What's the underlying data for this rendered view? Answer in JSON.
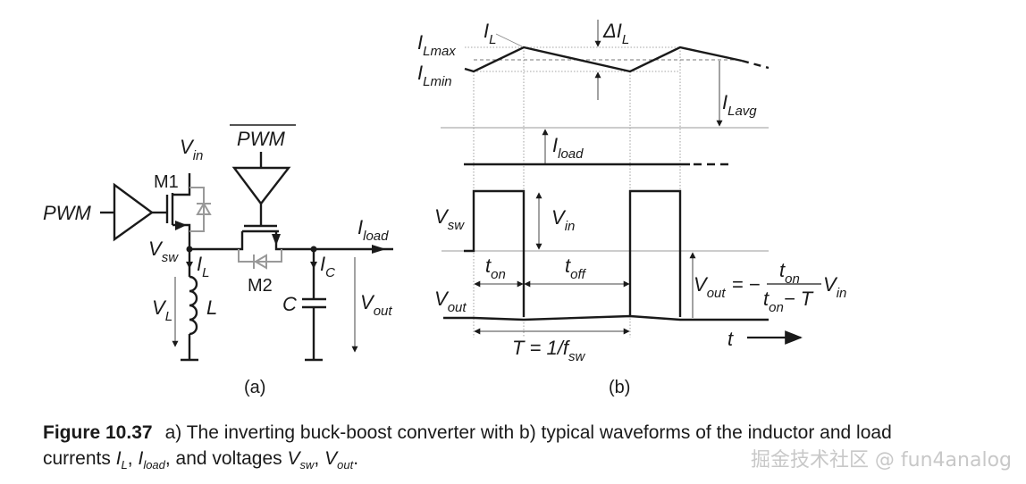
{
  "figure": {
    "number_label": "Figure 10.37",
    "caption_text_1": "a) The inverting buck-boost converter with b) typical waveforms of the inductor and load",
    "caption_text_2": "currents",
    "caption_and_voltages": ", and voltages",
    "caption_comma": ",",
    "caption_end": ".",
    "caption_symbols": {
      "IL_main": "I",
      "IL_sub": "L",
      "Iload_main": "I",
      "Iload_sub": "load",
      "Vsw_main": "V",
      "Vsw_sub": "sw",
      "Vout_main": "V",
      "Vout_sub": "out"
    },
    "watermark": "掘金技术社区 @ fun4analog"
  },
  "panel_a": {
    "label": "(a)",
    "pwm_in": "PWM",
    "pwm_bar": "PWM",
    "vin": {
      "main": "V",
      "sub": "in"
    },
    "m1": "M1",
    "m2": "M2",
    "vsw": {
      "main": "V",
      "sub": "sw"
    },
    "il": {
      "main": "I",
      "sub": "L"
    },
    "vl": {
      "main": "V",
      "sub": "L"
    },
    "inductor": "L",
    "ic": {
      "main": "I",
      "sub": "C"
    },
    "capacitor": "C",
    "iload": {
      "main": "I",
      "sub": "load"
    },
    "vout": {
      "main": "V",
      "sub": "out"
    }
  },
  "panel_b": {
    "label": "(b)",
    "il": {
      "main": "I",
      "sub": "L"
    },
    "delta_il": {
      "main": "ΔI",
      "sub": "L"
    },
    "ilmax": {
      "main": "I",
      "sub": "Lmax"
    },
    "ilmin": {
      "main": "I",
      "sub": "Lmin"
    },
    "ilavg": {
      "main": "I",
      "sub": "Lavg"
    },
    "iload": {
      "main": "I",
      "sub": "load"
    },
    "vsw": {
      "main": "V",
      "sub": "sw"
    },
    "vin": {
      "main": "V",
      "sub": "in"
    },
    "ton": {
      "main": "t",
      "sub": "on"
    },
    "toff": {
      "main": "t",
      "sub": "off"
    },
    "vout": {
      "main": "V",
      "sub": "out"
    },
    "period": {
      "prefix": "T = 1/f",
      "sub": "sw"
    },
    "time_axis": "t",
    "formula": {
      "lhs_main": "V",
      "lhs_sub": "out",
      "eq": "= −",
      "num_main": "t",
      "num_sub": "on",
      "den_main": "t",
      "den_sub": "on",
      "den_rest": "− T",
      "rhs_main": "V",
      "rhs_sub": "in"
    }
  }
}
